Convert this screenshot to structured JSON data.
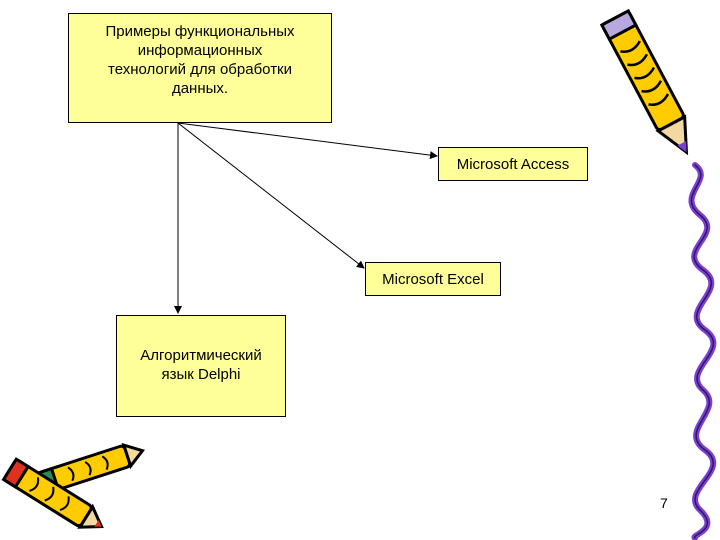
{
  "diagram": {
    "root": {
      "lines": [
        "Примеры функциональных",
        "информационных",
        "технологий для обработки",
        "данных."
      ]
    },
    "nodes": {
      "access": {
        "label": "Microsoft Access"
      },
      "excel": {
        "label": "Microsoft Excel"
      },
      "delphi": {
        "lines": [
          "Алгоритмический",
          "язык Delphi"
        ]
      }
    }
  },
  "page_number": "7",
  "colors": {
    "box_fill": "#ffff99",
    "pencil_yellow": "#ffcc00",
    "squiggle": "#7b3fd8",
    "pencil_red": "#e03020",
    "pencil_green": "#2e8b57"
  },
  "decorations": [
    "pencil-icon",
    "squiggle-line",
    "crossed-pencils-icon"
  ]
}
